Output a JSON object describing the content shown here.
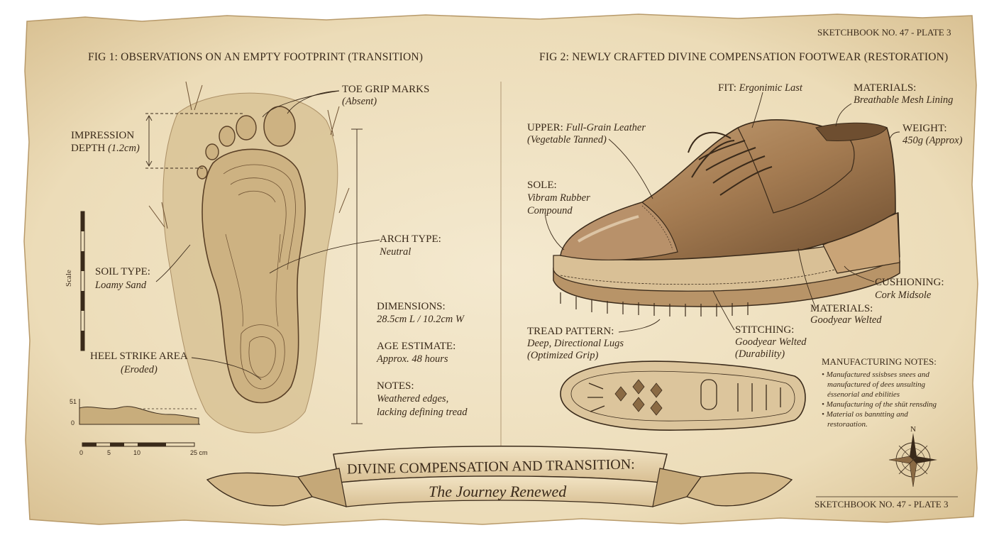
{
  "header": {
    "plate_top": "SKETCHBOOK NO. 47 - PLATE 3",
    "plate_bottom": "SKETCHBOOK NO. 47 - PLATE 3"
  },
  "fig1": {
    "caption": "FIG 1: OBSERVATIONS ON AN EMPTY FOOTPRINT (TRANSITION)",
    "toe_grip": {
      "label": "TOE GRIP MARKS",
      "value": "(Absent)"
    },
    "impression": {
      "label_line1": "IMPRESSION",
      "label_line2": "DEPTH",
      "value": "(1.2cm)"
    },
    "arch": {
      "label": "ARCH TYPE:",
      "value": "Neutral"
    },
    "soil": {
      "label": "SOIL TYPE:",
      "value": "Loamy Sand"
    },
    "scale_label": "Scale",
    "dimensions": {
      "label": "DIMENSIONS:",
      "value": "28.5cm L / 10.2cm W"
    },
    "age": {
      "label": "AGE ESTIMATE:",
      "value": "Approx. 48 hours"
    },
    "notes": {
      "label": "NOTES:",
      "line1": "Weathered edges,",
      "line2": "lacking defining tread"
    },
    "heel": {
      "label": "HEEL STRIKE AREA",
      "value": "(Eroded)"
    },
    "profile_axis": {
      "top": "51",
      "zero": "0"
    },
    "ruler": {
      "t0": "0",
      "t5": "5",
      "t10": "10",
      "t25": "25 cm"
    }
  },
  "fig2": {
    "caption": "FIG 2: NEWLY CRAFTED DIVINE COMPENSATION FOOTWEAR (RESTORATION)",
    "fit": {
      "label": "FIT:",
      "value": "Ergonimic Last"
    },
    "materials_top": {
      "label": "MATERIALS:",
      "value": "Breathable Mesh Lining"
    },
    "upper": {
      "label": "UPPER:",
      "value": "Full-Grain Leather",
      "value2": "(Vegetable Tanned)"
    },
    "weight": {
      "label": "WEIGHT:",
      "value": "450g (Approx)"
    },
    "sole": {
      "label": "SOLE:",
      "value1": "Vibram Rubber",
      "value2": "Compound"
    },
    "cushioning": {
      "label": "CUSHIONING:",
      "value": "Cork Midsole"
    },
    "materials_bottom": {
      "label": "MATERIALS:",
      "value": "Goodyear Welted"
    },
    "tread": {
      "label": "TREAD PATTERN:",
      "value1": "Deep, Directional Lugs",
      "value2": "(Optimized Grip)"
    },
    "stitching": {
      "label": "STITCHING:",
      "value1": "Goodyear Welted",
      "value2": "(Durability)"
    },
    "manufacturing": {
      "title": "MANUFACTURING NOTES:",
      "lines": [
        "• Manufactured ssisbses snees and",
        "manufactured of dees unsulting",
        "éssenorial and ebilities",
        "• Manufacturing of the shüt rensding",
        "• Material os banntting and",
        "restoraation."
      ]
    },
    "compass_n": "N"
  },
  "banner": {
    "title": "DIVINE COMPENSATION AND TRANSITION:",
    "subtitle": "The Journey Renewed"
  },
  "colors": {
    "ink": "#3a2a1a",
    "paper": "#efe2c4",
    "sepia": "#8a6a44"
  }
}
